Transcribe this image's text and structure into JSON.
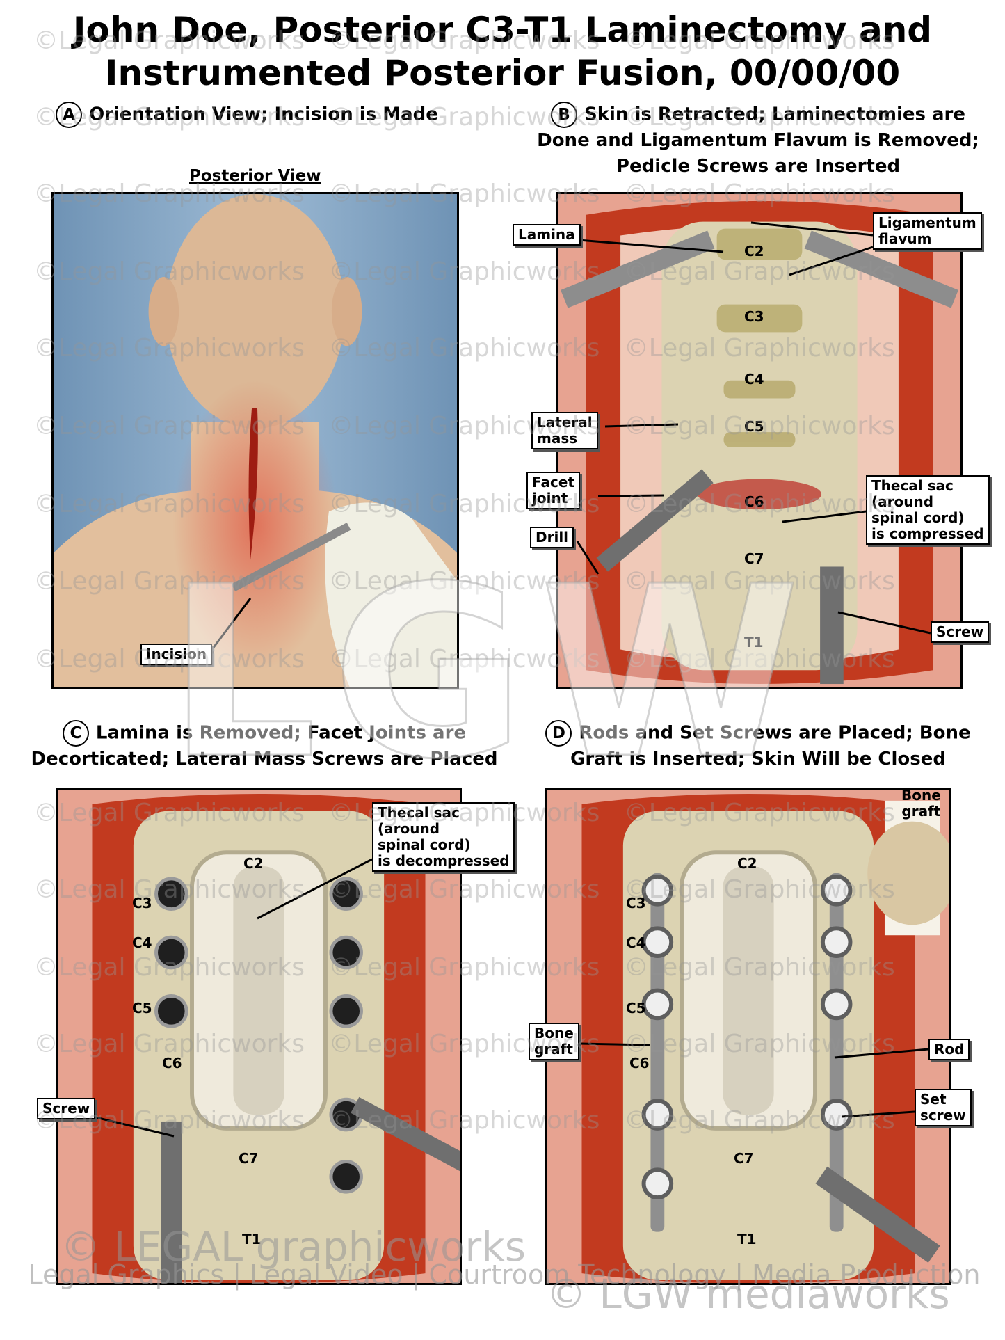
{
  "title": {
    "line1": "John Doe, Posterior C3-T1 Laminectomy and",
    "line2": "Instrumented Posterior Fusion, 00/00/00"
  },
  "panels": {
    "a": {
      "letter": "A",
      "caption": "Orientation View; Incision is Made",
      "subheading": "Posterior View",
      "labels": {
        "incision": "Incision"
      }
    },
    "b": {
      "letter": "B",
      "caption_line1": "Skin is Retracted; Laminectomies are",
      "caption_line2": "Done and Ligamentum Flavum is Removed;",
      "caption_line3": "Pedicle Screws are Inserted",
      "labels": {
        "lamina": "Lamina",
        "ligamentum": "Ligamentum\nflavum",
        "lateral_mass": "Lateral\nmass",
        "facet_joint": "Facet\njoint",
        "drill": "Drill",
        "thecal_sac": "Thecal sac\n(around\nspinal cord)\nis compressed",
        "screw": "Screw"
      },
      "vertebrae": [
        "C2",
        "C3",
        "C4",
        "C5",
        "C6",
        "C7",
        "T1"
      ]
    },
    "c": {
      "letter": "C",
      "caption_line1": "Lamina is Removed; Facet Joints are",
      "caption_line2": "Decorticated; Lateral Mass Screws are Placed",
      "labels": {
        "thecal_sac": "Thecal sac\n(around\nspinal cord)\nis decompressed",
        "screw": "Screw"
      },
      "vertebrae": [
        "C2",
        "C3",
        "C4",
        "C5",
        "C6",
        "C7",
        "T1"
      ]
    },
    "d": {
      "letter": "D",
      "caption_line1": "Rods and Set Screws are Placed; Bone",
      "caption_line2": "Graft is Inserted; Skin Will be Closed",
      "labels": {
        "bone_graft_inset": "Bone\ngraft",
        "bone_graft": "Bone\ngraft",
        "rod": "Rod",
        "set_screw": "Set\nscrew"
      },
      "vertebrae": [
        "C2",
        "C3",
        "C4",
        "C5",
        "C6",
        "C7",
        "T1"
      ]
    }
  },
  "watermark": {
    "text": "©Legal Graphicworks",
    "logo": "LGW",
    "brand_left": "© LEGAL graphicworks",
    "brand_right": "© LGW mediaworks",
    "services": "Legal Graphics | Legal Video | Courtroom Technology | Media Production"
  },
  "colors": {
    "background_blue": "#7fa3c4",
    "skin": "#e4c4a4",
    "wound_red": "#c33a22",
    "bone": "#ded6b8",
    "dura": "#e8e4d6",
    "metal": "#9a9a9a"
  }
}
